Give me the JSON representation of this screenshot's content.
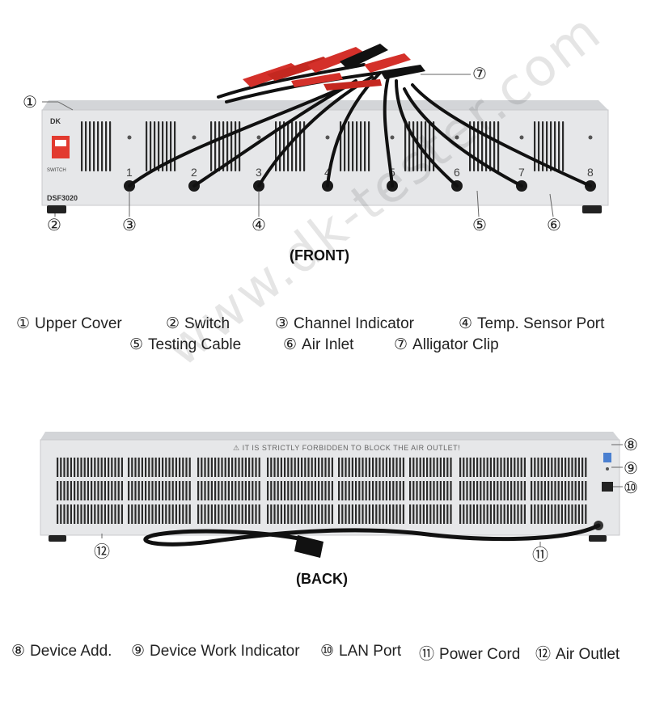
{
  "front": {
    "caption": "(FRONT)",
    "brand": "DK",
    "switch_label": "SWITCH",
    "model": "DSF3020",
    "channel_numbers": [
      "1",
      "2",
      "3",
      "4",
      "5",
      "6",
      "7",
      "8"
    ],
    "callouts": [
      "①",
      "②",
      "③",
      "④",
      "⑤",
      "⑥",
      "⑦"
    ]
  },
  "back": {
    "caption": "(BACK)",
    "warning": "⚠ IT IS STRICTLY FORBIDDEN TO BLOCK THE AIR OUTLET!",
    "callouts": [
      "⑧",
      "⑨",
      "⑩",
      "⑪",
      "⑫"
    ]
  },
  "legend_front": {
    "row1": [
      {
        "num": "①",
        "text": "Upper Cover"
      },
      {
        "num": "②",
        "text": "Switch"
      },
      {
        "num": "③",
        "text": "Channel Indicator"
      },
      {
        "num": "④",
        "text": "Temp. Sensor Port"
      }
    ],
    "row2": [
      {
        "num": "⑤",
        "text": "Testing Cable"
      },
      {
        "num": "⑥",
        "text": "Air Inlet"
      },
      {
        "num": "⑦",
        "text": "Alligator Clip"
      }
    ]
  },
  "legend_back": [
    {
      "num": "⑧",
      "text": "Device Add."
    },
    {
      "num": "⑨",
      "text": "Device Work Indicator"
    },
    {
      "num": "⑩",
      "text": "LAN Port"
    },
    {
      "num": "⑪",
      "text": "Power Cord"
    },
    {
      "num": "⑫",
      "text": "Air Outlet"
    }
  ],
  "watermark": "www.dk-tester.com",
  "colors": {
    "chassis": "#e4e5e7",
    "vent": "#2b2b2b",
    "cable": "#111111",
    "clip": "#d4302a",
    "accent": "#4a7fd0"
  }
}
